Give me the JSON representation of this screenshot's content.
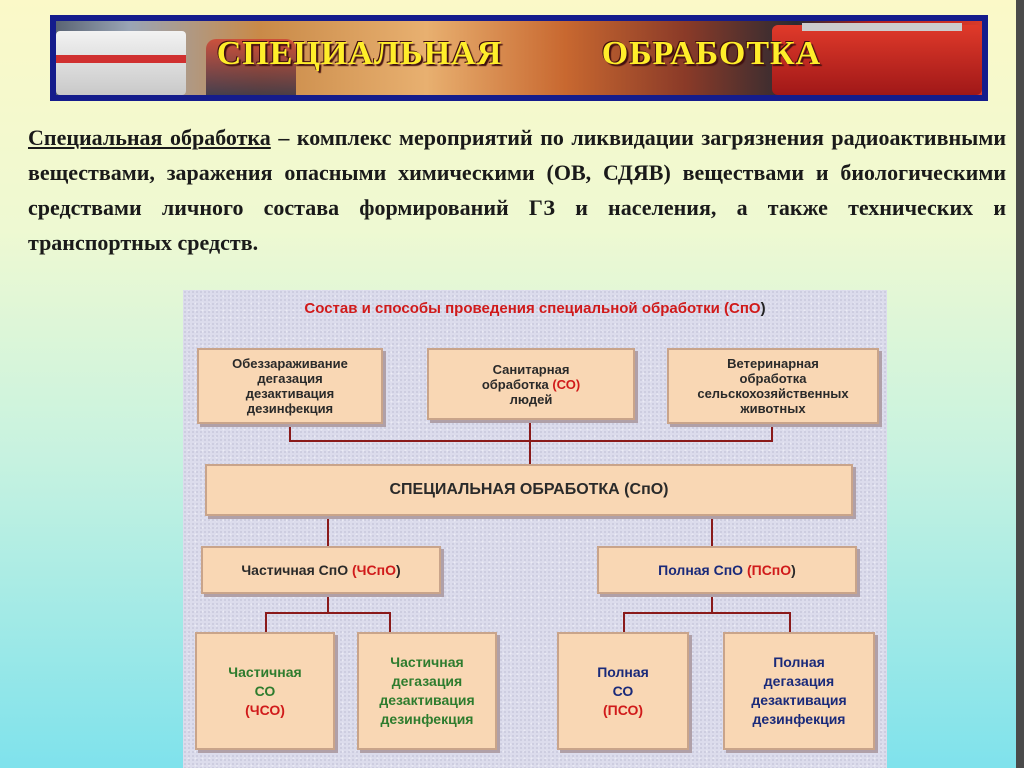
{
  "banner": {
    "title": "СПЕЦИАЛЬНАЯ ОБРАБОТКА"
  },
  "definition": {
    "term": "Специальная обработка",
    "text": " – комплекс мероприятий по ликвидации загрязнения радиоактивными веществами, заражения опасными химическими (ОВ, СДЯВ) веществами и биологическими средствами личного состава формирований ГЗ и населения, а также технических и транспортных средств."
  },
  "diagram": {
    "title": "Состав и способы проведения специальной обработки (СпО",
    "title_paren": ")",
    "top_boxes": [
      {
        "lines": [
          "Обеззараживание",
          "дегазация",
          "дезактивация",
          "дезинфекция"
        ]
      },
      {
        "line1": "Санитарная",
        "line2_pre": "обработка ",
        "line2_red": "(СО)",
        "line3": "людей"
      },
      {
        "lines": [
          "Ветеринарная",
          "обработка",
          "сельскохозяйственных",
          "животных"
        ]
      }
    ],
    "center": "СПЕЦИАЛЬНАЯ ОБРАБОТКА (СпО)",
    "partial": {
      "pre": "Частичная СпО ",
      "red": "(ЧСпО",
      "post": ")"
    },
    "full": {
      "pre": "Полная СпО ",
      "red": "(ПСпО",
      "post": ")"
    },
    "leaves": [
      {
        "line1": "Частичная",
        "line2": "СО",
        "line3": "(ЧСО)"
      },
      {
        "lines": [
          "Частичная",
          "дегазация",
          "дезактивация",
          "дезинфекция"
        ]
      },
      {
        "line1": "Полная",
        "line2": "СО",
        "line3": "(ПСО)"
      },
      {
        "lines": [
          "Полная",
          "дегазация",
          "дезактивация",
          "дезинфекция"
        ]
      }
    ]
  },
  "colors": {
    "banner_frame": "#141c8c",
    "banner_text": "#ffee2a",
    "box_fill": "#f9d7b4",
    "connector": "#8a1a1a",
    "accent_red": "#d01a1a",
    "accent_green": "#2e7c2e",
    "accent_navy": "#1a2a7a"
  }
}
